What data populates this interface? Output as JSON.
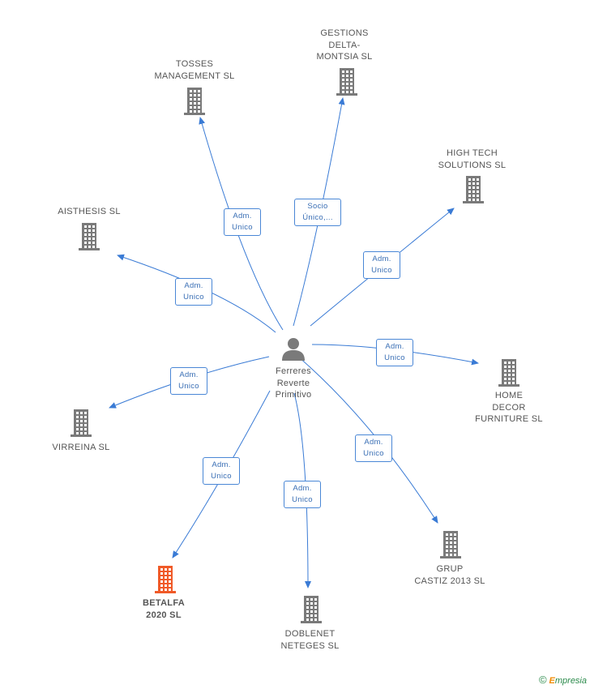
{
  "center": {
    "label": "Ferreres\nReverte\nPrimitivo",
    "icon": "person-icon"
  },
  "companies": [
    {
      "id": "tosses",
      "label": "TOSSES\nMANAGEMENT SL",
      "role": "Adm.\nUnico",
      "highlight": false
    },
    {
      "id": "gestions",
      "label": "GESTIONS\nDELTA-\nMONTSIA SL",
      "role": "Socio\nÚnico,...",
      "highlight": false
    },
    {
      "id": "hightech",
      "label": "HIGH TECH\nSOLUTIONS SL",
      "role": "Adm.\nUnico",
      "highlight": false
    },
    {
      "id": "aisthesis",
      "label": "AISTHESIS SL",
      "role": "Adm.\nUnico",
      "highlight": false
    },
    {
      "id": "homedecor",
      "label": "HOME\nDECOR\nFURNITURE SL",
      "role": "Adm.\nUnico",
      "highlight": false
    },
    {
      "id": "virreina",
      "label": "VIRREINA SL",
      "role": "Adm.\nUnico",
      "highlight": false
    },
    {
      "id": "grup",
      "label": "GRUP\nCASTIZ 2013 SL",
      "role": "Adm.\nUnico",
      "highlight": false
    },
    {
      "id": "betalfa",
      "label": "BETALFA\n2020 SL",
      "role": "Adm.\nUnico",
      "highlight": true
    },
    {
      "id": "doblenet",
      "label": "DOBLENET\nNETEGES SL",
      "role": "Adm.\nUnico",
      "highlight": false
    }
  ],
  "colors": {
    "edge": "#3a7bd5",
    "building": "#7a7a7a",
    "building_highlight": "#f05a28",
    "person": "#7a7a7a"
  },
  "footer": {
    "copyright": "©",
    "brand_initial": "E",
    "brand_rest": "mpresia"
  }
}
